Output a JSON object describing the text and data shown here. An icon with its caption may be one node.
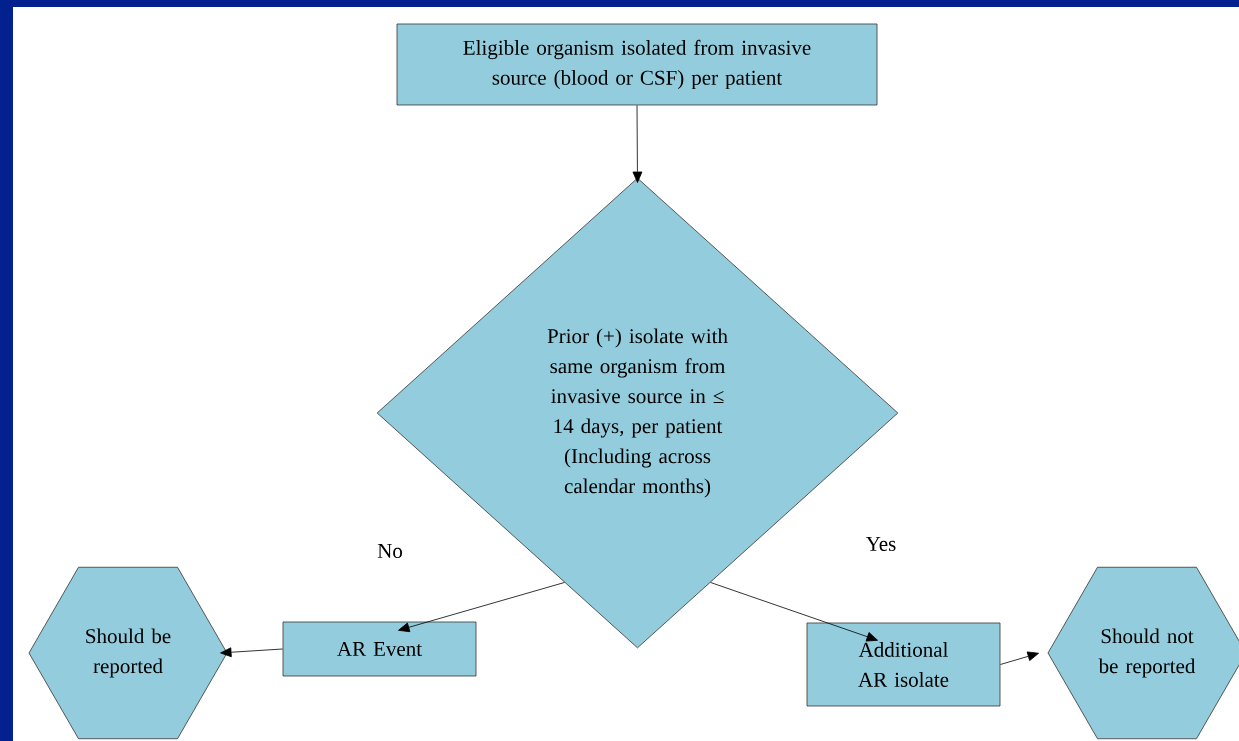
{
  "diagram": {
    "nodes": [
      {
        "text": [
          "Eligible organism isolated from invasive source (blood or CSF) per patient"
        ]
      },
      {
        "text": [
          "Prior (+) isolate with same organism from invasive source in ≤ 14 days, per patient (Including across calendar months)"
        ]
      },
      {
        "text": [
          "AR Event"
        ]
      },
      {
        "text": [
          "Should be reported"
        ]
      },
      {
        "text": [
          "Additional AR isolate"
        ]
      },
      {
        "text": [
          "Should not be reported"
        ]
      }
    ],
    "edges": [
      {
        "from": 0,
        "to": 1,
        "arrow": "to"
      },
      {
        "from": 1,
        "to": 2,
        "arrow": "to",
        "label": "No"
      },
      {
        "from": 1,
        "to": 4,
        "arrow": "to",
        "label": "Yes"
      },
      {
        "from": 2,
        "to": 3,
        "arrow": "to"
      },
      {
        "from": 4,
        "to": 5,
        "arrow": "to"
      }
    ]
  }
}
